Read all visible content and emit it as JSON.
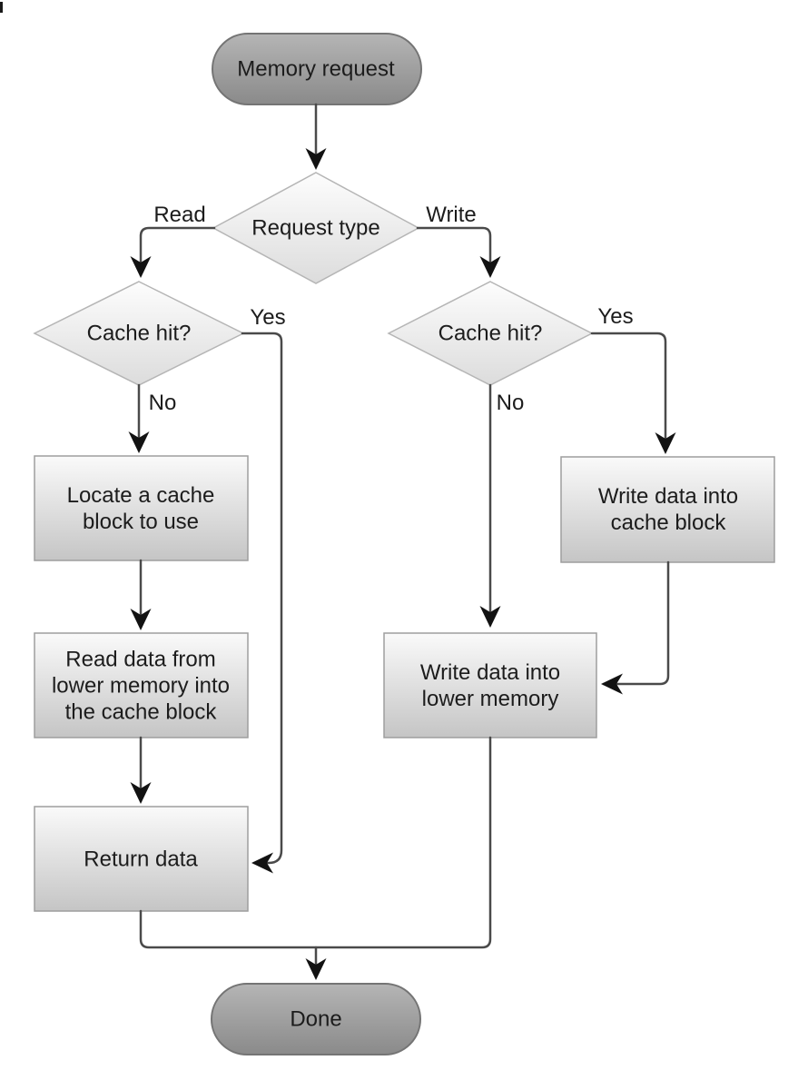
{
  "diagram": {
    "type": "flowchart",
    "nodes": {
      "start": {
        "label": "Memory request",
        "shape": "terminal"
      },
      "request_type": {
        "label": "Request type",
        "shape": "decision"
      },
      "cache_hit_read": {
        "label": "Cache hit?",
        "shape": "decision"
      },
      "cache_hit_write": {
        "label": "Cache hit?",
        "shape": "decision"
      },
      "locate_block": {
        "label": "Locate a cache block to use",
        "shape": "process"
      },
      "read_lower": {
        "label": "Read data from lower memory into the cache block",
        "shape": "process"
      },
      "return_data": {
        "label": "Return data",
        "shape": "process"
      },
      "write_cache": {
        "label": "Write data into cache block",
        "shape": "process"
      },
      "write_lower": {
        "label": "Write data into lower memory",
        "shape": "process"
      },
      "done": {
        "label": "Done",
        "shape": "terminal"
      }
    },
    "edge_labels": {
      "read": "Read",
      "write": "Write",
      "yes_read": "Yes",
      "no_read": "No",
      "yes_write": "Yes",
      "no_write": "No"
    },
    "edges": [
      {
        "from": "start",
        "to": "request_type",
        "label": ""
      },
      {
        "from": "request_type",
        "to": "cache_hit_read",
        "label": "Read"
      },
      {
        "from": "request_type",
        "to": "cache_hit_write",
        "label": "Write"
      },
      {
        "from": "cache_hit_read",
        "to": "return_data",
        "label": "Yes"
      },
      {
        "from": "cache_hit_read",
        "to": "locate_block",
        "label": "No"
      },
      {
        "from": "locate_block",
        "to": "read_lower",
        "label": ""
      },
      {
        "from": "read_lower",
        "to": "return_data",
        "label": ""
      },
      {
        "from": "cache_hit_write",
        "to": "write_cache",
        "label": "Yes"
      },
      {
        "from": "cache_hit_write",
        "to": "write_lower",
        "label": "No"
      },
      {
        "from": "write_cache",
        "to": "write_lower",
        "label": ""
      },
      {
        "from": "return_data",
        "to": "done",
        "label": ""
      },
      {
        "from": "write_lower",
        "to": "done",
        "label": ""
      }
    ],
    "colors": {
      "terminal_fill_top": "#b5b5b5",
      "terminal_fill_bottom": "#8a8a8a",
      "terminal_border": "#747474",
      "process_fill_top": "#fafafa",
      "process_fill_bottom": "#c5c5c5",
      "process_border": "#9e9e9e",
      "decision_fill_top": "#fdfdfd",
      "decision_fill_bottom": "#dcdcdc",
      "decision_border": "#b5b5b5",
      "connector": "#4a4a4a",
      "arrowhead": "#121212",
      "text": "#1c1c1c",
      "background": "#ffffff"
    }
  }
}
